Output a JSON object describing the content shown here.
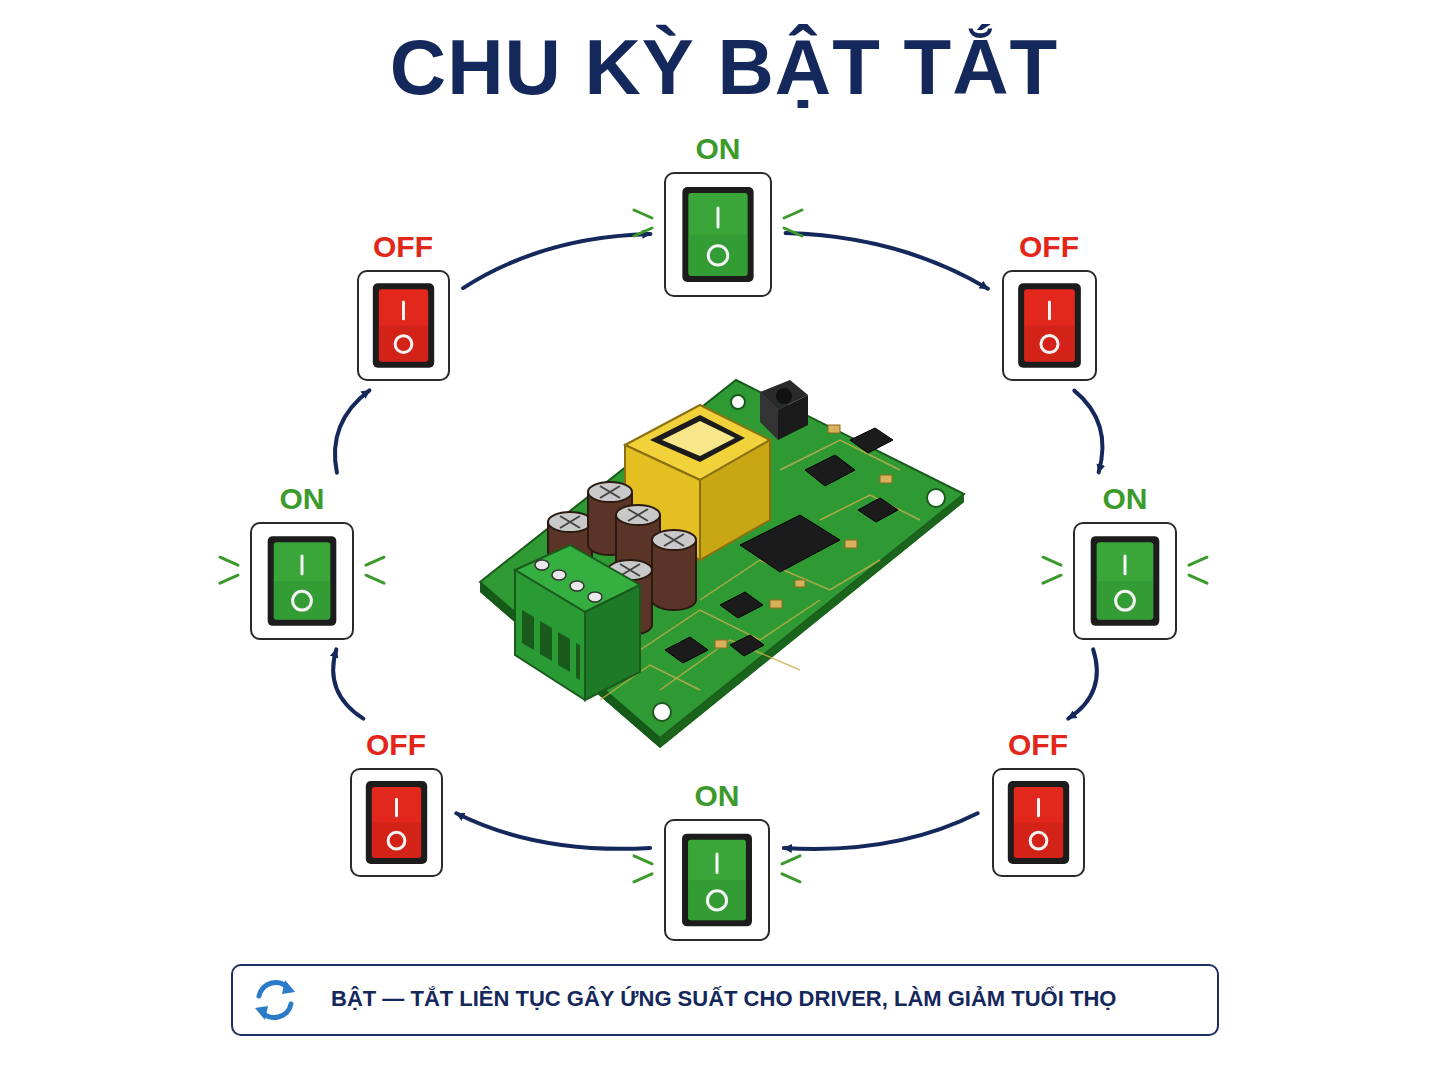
{
  "diagram": {
    "title": "CHU KỲ BẬT TẮT",
    "caption": "BẬT — TẮT LIÊN TỤC GÂY ỨNG SUẤT CHO DRIVER, LÀM GIẢM TUỔI THỌ",
    "nodes": [
      {
        "text": [
          "ON"
        ]
      },
      {
        "text": [
          "OFF"
        ]
      },
      {
        "text": [
          "ON"
        ]
      },
      {
        "text": [
          "OFF"
        ]
      },
      {
        "text": [
          "ON"
        ]
      },
      {
        "text": [
          "OFF"
        ]
      },
      {
        "text": [
          "ON"
        ]
      },
      {
        "text": [
          "OFF"
        ]
      }
    ],
    "edges": [
      {
        "from": 0,
        "to": 1,
        "arrow": "to"
      },
      {
        "from": 1,
        "to": 2,
        "arrow": "to"
      },
      {
        "from": 2,
        "to": 3,
        "arrow": "to"
      },
      {
        "from": 3,
        "to": 4,
        "arrow": "to"
      },
      {
        "from": 4,
        "to": 5,
        "arrow": "to"
      },
      {
        "from": 5,
        "to": 6,
        "arrow": "to"
      },
      {
        "from": 6,
        "to": 7,
        "arrow": "to"
      },
      {
        "from": 7,
        "to": 0,
        "arrow": "to"
      }
    ]
  }
}
